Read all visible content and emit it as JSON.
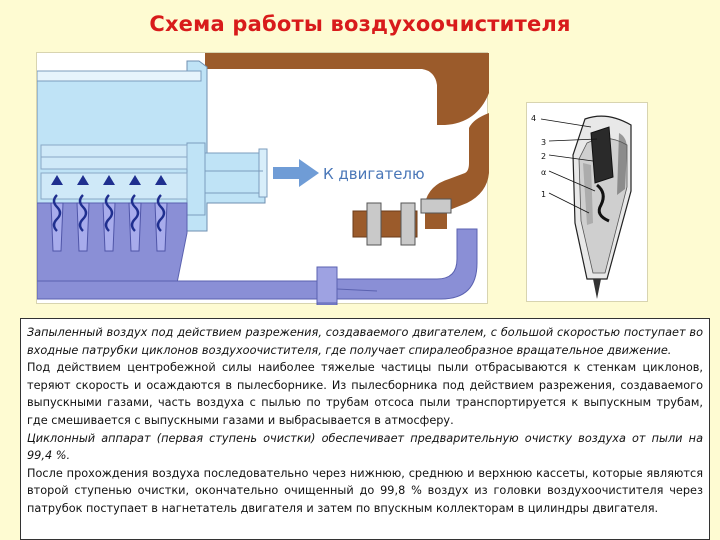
{
  "title": "Схема работы воздухоочистителя",
  "diagram": {
    "arrow_label": "К двигателю",
    "cyclone_labels": [
      "4",
      "3",
      "2",
      "α",
      "1"
    ]
  },
  "description": [
    {
      "style": "italic",
      "text": "Запыленный воздух под действием разрежения, создаваемого двигателем, с большой скоростью поступает во входные патрубки циклонов воздухоочистителя, где получает спиралеобразное вращательное движение."
    },
    {
      "style": "normal",
      "text": "Под действием центробежной силы наиболее тяжелые частицы пыли отбрасываются к стенкам циклонов, теряют скорость и осаждаются в пылесборнике. Из пылесборника под действием разрежения, создаваемого выпускными газами, часть воздуха с пылью по трубам  отсоса пыли транспортируется к выпускным трубам, где смешивается с выпускными газами и выбрасывается в атмосферу."
    },
    {
      "style": "italic",
      "text": "Циклонный аппарат (первая ступень очистки) обеспечивает предварительную очистку воздуха от пыли на 99,4 %."
    },
    {
      "style": "normal",
      "text": "После прохождения воздуха последовательно через нижнюю, среднюю и верхнюю кассеты, которые являются второй ступенью очистки, окончательно очищенный до 99,8 % воздух из головки воздухоочистителя через патрубок поступает в нагнетатель двигателя и затем по впускным коллекторам в цилиндры двигателя."
    }
  ]
}
